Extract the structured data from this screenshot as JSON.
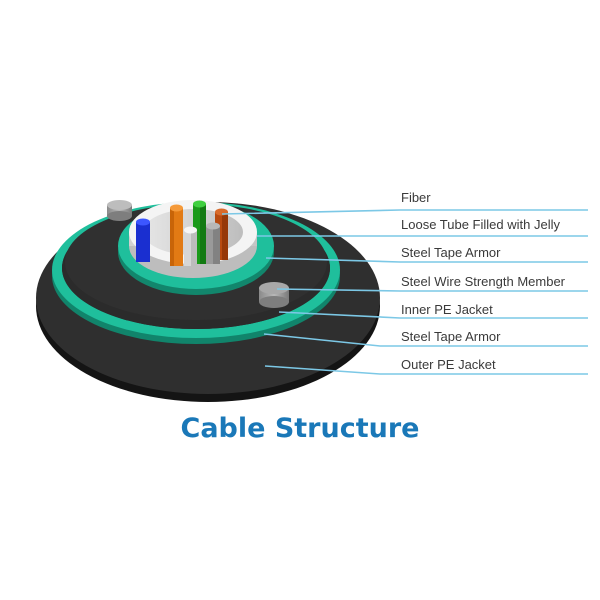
{
  "diagram": {
    "title": "Cable Structure",
    "colors": {
      "title": "#1a78b8",
      "leader_line": "#7cc8e6",
      "jacket": "#2e2e2e",
      "jacket_edge": "#151515",
      "armor": "#1fbf9c",
      "tube": "#e8e8e8",
      "strength_member": "#9a9a9a"
    },
    "fibers": [
      {
        "color": "blue",
        "hex": "#1a2fd0"
      },
      {
        "color": "orange",
        "hex": "#e27a14"
      },
      {
        "color": "green",
        "hex": "#1a9a1a"
      },
      {
        "color": "white",
        "hex": "#e0e0e0"
      },
      {
        "color": "gray",
        "hex": "#9a9a9a"
      },
      {
        "color": "brown",
        "hex": "#b84a10"
      }
    ],
    "labels": [
      {
        "text": "Fiber"
      },
      {
        "text": "Loose Tube Filled with Jelly"
      },
      {
        "text": "Steel Tape Armor"
      },
      {
        "text": "Steel Wire Strength Member"
      },
      {
        "text": "Inner PE Jacket"
      },
      {
        "text": "Steel Tape Armor"
      },
      {
        "text": "Outer PE Jacket"
      }
    ]
  }
}
